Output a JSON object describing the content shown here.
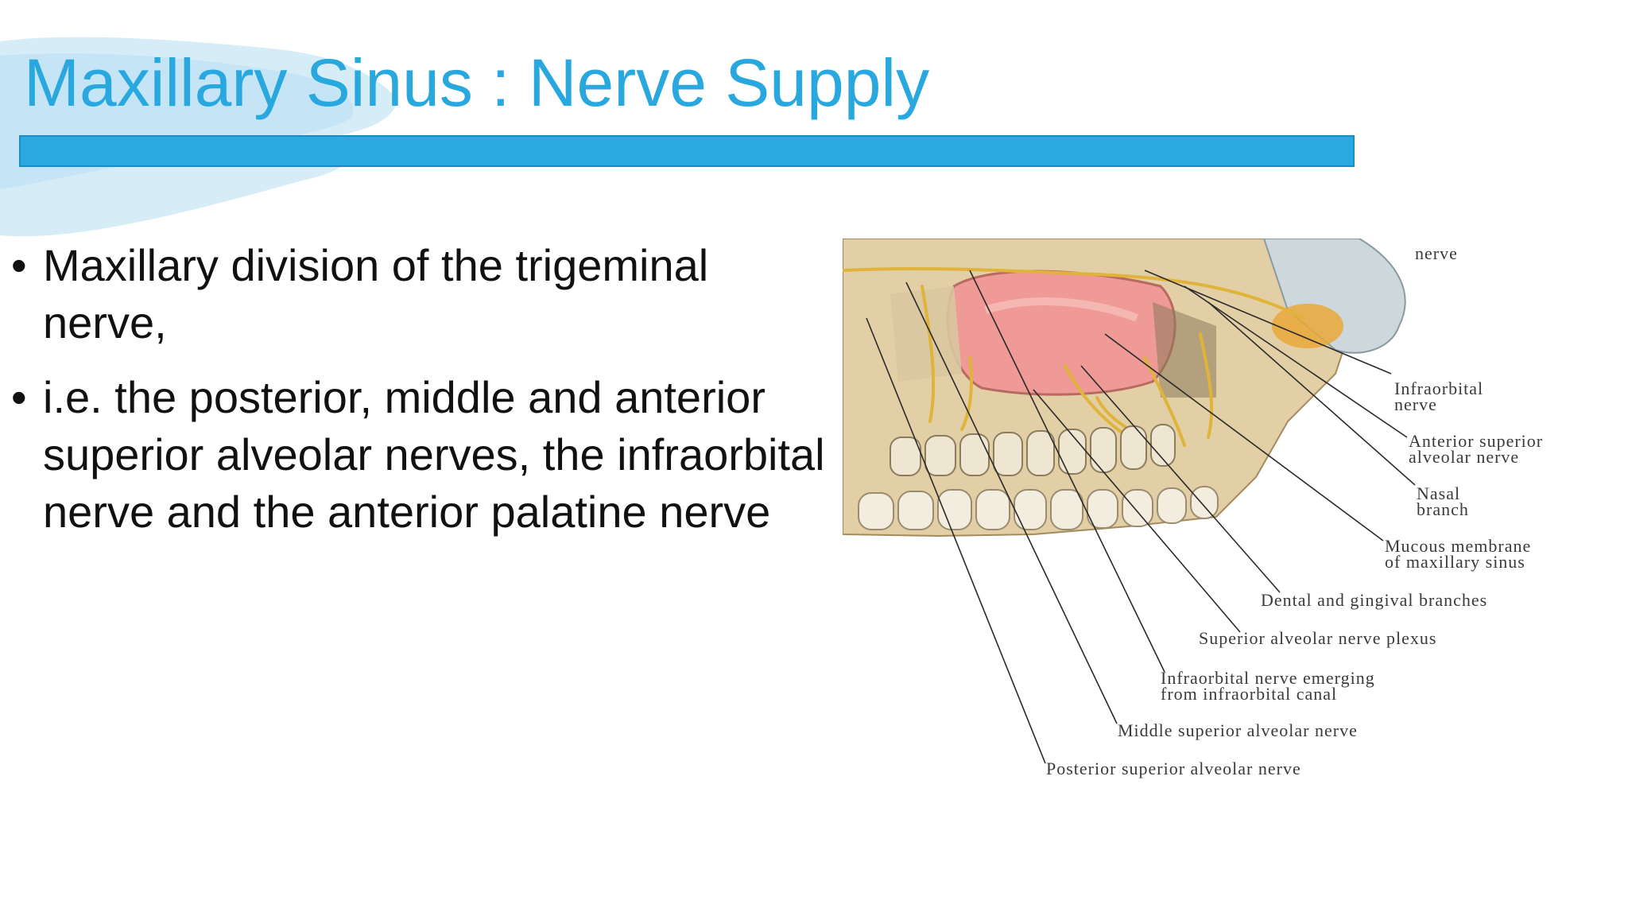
{
  "slide": {
    "title": "Maxillary Sinus : Nerve Supply",
    "accent_color": "#29a8df",
    "bar_color": "#29abe2",
    "bullet_glyph": "•",
    "bullets": [
      "Maxillary division of the trigeminal nerve,",
      "i.e. the posterior, middle and anterior superior alveolar nerves, the infraorbital nerve and the anterior palatine nerve"
    ]
  },
  "figure": {
    "labels": {
      "nerve_top": "nerve",
      "infraorbital_1": "Infraorbital",
      "infraorbital_2": "nerve",
      "asa_1": "Anterior superior",
      "asa_2": "alveolar nerve",
      "nasal_1": "Nasal",
      "nasal_2": "branch",
      "mucous_1": "Mucous membrane",
      "mucous_2": "of maxillary sinus",
      "dental": "Dental and gingival branches",
      "plexus": "Superior alveolar nerve plexus",
      "emerging_1": "Infraorbital nerve emerging",
      "emerging_2": "from infraorbital canal",
      "msa": "Middle superior alveolar nerve",
      "psa": "Posterior superior alveolar nerve"
    }
  }
}
